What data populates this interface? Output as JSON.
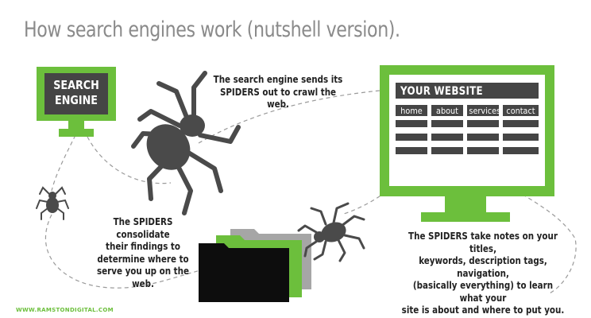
{
  "title": "How search engines work (nutshell version).",
  "search_engine": {
    "label_line1": "SEARCH",
    "label_line2": "ENGINE"
  },
  "website": {
    "title": "YOUR WEBSITE",
    "nav": [
      "home",
      "about",
      "services",
      "contact"
    ]
  },
  "notes": {
    "crawl": {
      "line1": "The search engine sends its",
      "line2": "SPIDERS out to crawl the web."
    },
    "consolidate": {
      "line1": "The SPIDERS consolidate",
      "line2": "their findings to",
      "line3": "determine where to",
      "line4": "serve you up on the web."
    },
    "notes_taken": {
      "line1": "The SPIDERS take notes on your titles,",
      "line2": "keywords, description tags, navigation,",
      "line3": "(basically everything) to learn what your",
      "line4": "site is about and where to put you."
    }
  },
  "footer": "WWW.RAMSTONDIGITAL.COM",
  "colors": {
    "green": "#6cbf3c",
    "dark": "#4a4a4a",
    "gray": "#a0a0a0",
    "black": "#0d0d0d"
  }
}
